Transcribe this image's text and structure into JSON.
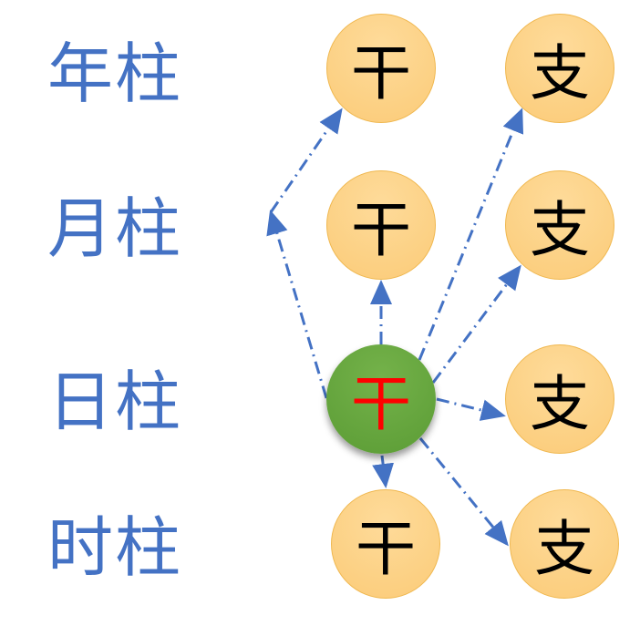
{
  "pillars": [
    {
      "label": "年柱",
      "stem": "干",
      "branch": "支"
    },
    {
      "label": "月柱",
      "stem": "干",
      "branch": "支"
    },
    {
      "label": "日柱",
      "stem": "干",
      "branch": "支"
    },
    {
      "label": "时柱",
      "stem": "干",
      "branch": "支"
    }
  ],
  "colors": {
    "label": "#4472C4",
    "node": "#FCD08A",
    "day_master": "#63A53D",
    "day_master_text": "#FF0000",
    "arrow": "#4472C4"
  }
}
